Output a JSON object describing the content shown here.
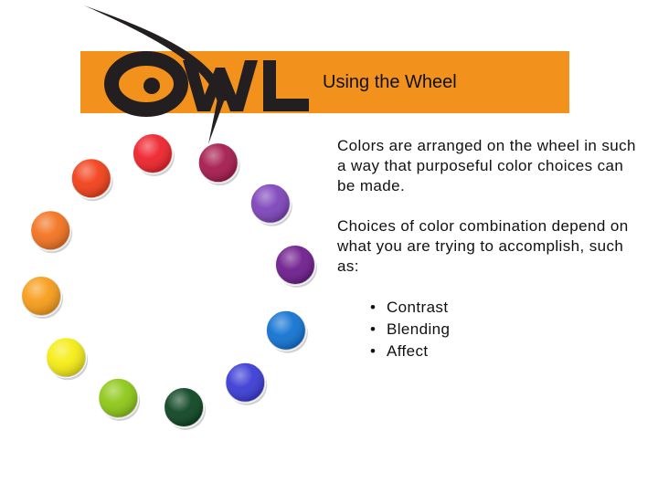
{
  "title": "Using the Wheel",
  "paragraph_1": "Colors are arranged on the wheel in such a way that purposeful color choices can be made.",
  "paragraph_2": "Choices of color combination depend on what you are trying to accomplish, such as:",
  "bullets": [
    {
      "marker": "•",
      "label": "Contrast"
    },
    {
      "marker": "•",
      "label": "Blending"
    },
    {
      "marker": "•",
      "label": "Affect"
    }
  ],
  "logo_text": "OWL",
  "colors": {
    "banner": "#f2921c",
    "logo_ink": "#231f20"
  },
  "wheel_colors": [
    {
      "name": "red",
      "hex": "#ee1c25"
    },
    {
      "name": "red-violet",
      "hex": "#a31448"
    },
    {
      "name": "violet",
      "hex": "#7a3fb8"
    },
    {
      "name": "blue-violet",
      "hex": "#6a168a"
    },
    {
      "name": "blue",
      "hex": "#0b6fd1"
    },
    {
      "name": "blue-indigo",
      "hex": "#3536d4"
    },
    {
      "name": "green",
      "hex": "#07401c"
    },
    {
      "name": "yellow-green",
      "hex": "#8ac60f"
    },
    {
      "name": "yellow",
      "hex": "#f5ec0c"
    },
    {
      "name": "yellow-orange",
      "hex": "#f79a13"
    },
    {
      "name": "orange",
      "hex": "#f26e19"
    },
    {
      "name": "red-orange",
      "hex": "#f23a12"
    }
  ]
}
